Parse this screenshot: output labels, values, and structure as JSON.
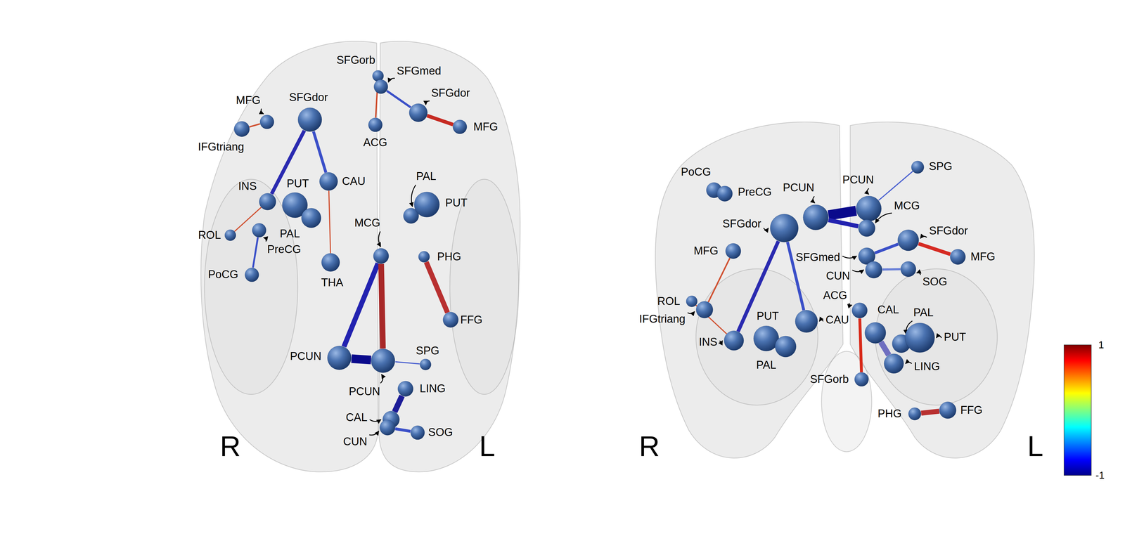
{
  "diagram": {
    "nodes": [
      {
        "text": [
          "SFGorb"
        ]
      },
      {
        "text": [
          "SFGmed"
        ]
      },
      {
        "text": [
          "SFGdor"
        ]
      },
      {
        "text": [
          "MFG"
        ]
      },
      {
        "text": [
          "MFG"
        ]
      },
      {
        "text": [
          "SFGdor"
        ]
      },
      {
        "text": [
          "ACG"
        ]
      },
      {
        "text": [
          "IFGtriang"
        ]
      },
      {
        "text": [
          "CAU"
        ]
      },
      {
        "text": [
          "INS"
        ]
      },
      {
        "text": [
          "PUT"
        ]
      },
      {
        "text": [
          "PAL"
        ]
      },
      {
        "text": [
          "PUT"
        ]
      },
      {
        "text": [
          "PAL"
        ]
      },
      {
        "text": [
          "ROL"
        ]
      },
      {
        "text": [
          "PreCG"
        ]
      },
      {
        "text": [
          "MCG"
        ]
      },
      {
        "text": [
          "PHG"
        ]
      },
      {
        "text": [
          "THA"
        ]
      },
      {
        "text": [
          "PoCG"
        ]
      },
      {
        "text": [
          "FFG"
        ]
      },
      {
        "text": [
          "PCUN"
        ]
      },
      {
        "text": [
          "PCUN"
        ]
      },
      {
        "text": [
          "SPG"
        ]
      },
      {
        "text": [
          "LING"
        ]
      },
      {
        "text": [
          "CAL"
        ]
      },
      {
        "text": [
          "CUN"
        ]
      },
      {
        "text": [
          "SOG"
        ]
      },
      {
        "text": [
          "PoCG"
        ]
      },
      {
        "text": [
          "PreCG"
        ]
      },
      {
        "text": [
          "SFGdor"
        ]
      },
      {
        "text": [
          "MFG"
        ]
      },
      {
        "text": [
          "ROL"
        ]
      },
      {
        "text": [
          "IFGtriang"
        ]
      },
      {
        "text": [
          "INS"
        ]
      },
      {
        "text": [
          "PUT"
        ]
      },
      {
        "text": [
          "PAL"
        ]
      },
      {
        "text": [
          "CAU"
        ]
      },
      {
        "text": [
          "PCUN"
        ]
      },
      {
        "text": [
          "PCUN"
        ]
      },
      {
        "text": [
          "MCG"
        ]
      },
      {
        "text": [
          "SPG"
        ]
      },
      {
        "text": [
          "SFGdor"
        ]
      },
      {
        "text": [
          "MFG"
        ]
      },
      {
        "text": [
          "SFGmed"
        ]
      },
      {
        "text": [
          "CUN"
        ]
      },
      {
        "text": [
          "SOG"
        ]
      },
      {
        "text": [
          "ACG"
        ]
      },
      {
        "text": [
          "CAL"
        ]
      },
      {
        "text": [
          "PAL"
        ]
      },
      {
        "text": [
          "PUT"
        ]
      },
      {
        "text": [
          "LING"
        ]
      },
      {
        "text": [
          "SFGorb"
        ]
      },
      {
        "text": [
          "PHG"
        ]
      },
      {
        "text": [
          "FFG"
        ]
      }
    ],
    "edges": [
      {
        "from": 0,
        "to": 6,
        "arrow": "none"
      },
      {
        "from": 1,
        "to": 2,
        "arrow": "none"
      },
      {
        "from": 2,
        "to": 4,
        "arrow": "none"
      },
      {
        "from": 3,
        "to": 7,
        "arrow": "none"
      },
      {
        "from": 5,
        "to": 9,
        "arrow": "none"
      },
      {
        "from": 5,
        "to": 8,
        "arrow": "none"
      },
      {
        "from": 8,
        "to": 18,
        "arrow": "none"
      },
      {
        "from": 9,
        "to": 14,
        "arrow": "none"
      },
      {
        "from": 15,
        "to": 19,
        "arrow": "none"
      },
      {
        "from": 16,
        "to": 21,
        "arrow": "none"
      },
      {
        "from": 16,
        "to": 22,
        "arrow": "none"
      },
      {
        "from": 21,
        "to": 22,
        "arrow": "none"
      },
      {
        "from": 22,
        "to": 23,
        "arrow": "none"
      },
      {
        "from": 17,
        "to": 20,
        "arrow": "none"
      },
      {
        "from": 24,
        "to": 25,
        "arrow": "none"
      },
      {
        "from": 26,
        "to": 27,
        "arrow": "none"
      },
      {
        "from": 30,
        "to": 34,
        "arrow": "none"
      },
      {
        "from": 30,
        "to": 37,
        "arrow": "none"
      },
      {
        "from": 31,
        "to": 33,
        "arrow": "none"
      },
      {
        "from": 32,
        "to": 34,
        "arrow": "none"
      },
      {
        "from": 28,
        "to": 29,
        "arrow": "none"
      },
      {
        "from": 38,
        "to": 39,
        "arrow": "none"
      },
      {
        "from": 40,
        "to": 38,
        "arrow": "none"
      },
      {
        "from": 40,
        "to": 39,
        "arrow": "none"
      },
      {
        "from": 39,
        "to": 41,
        "arrow": "none"
      },
      {
        "from": 44,
        "to": 42,
        "arrow": "none"
      },
      {
        "from": 42,
        "to": 43,
        "arrow": "none"
      },
      {
        "from": 45,
        "to": 46,
        "arrow": "none"
      },
      {
        "from": 47,
        "to": 52,
        "arrow": "none"
      },
      {
        "from": 48,
        "to": 51,
        "arrow": "none"
      },
      {
        "from": 53,
        "to": 54,
        "arrow": "none"
      }
    ],
    "labels": [
      "R",
      "L",
      "R",
      "L",
      "1",
      "-1"
    ]
  }
}
